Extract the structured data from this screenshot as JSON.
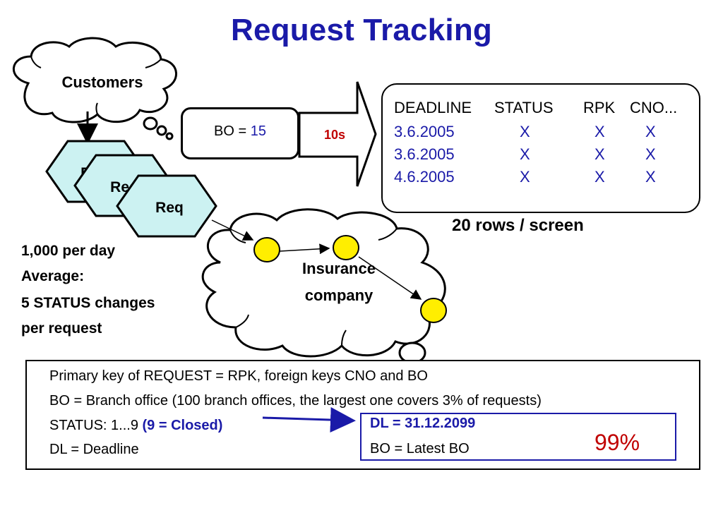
{
  "title": "Request Tracking",
  "cloud_customers": "Customers",
  "req_labels": [
    "Req",
    "Req",
    "Req"
  ],
  "bo_box": {
    "label": "BO = ",
    "value": "15"
  },
  "arrow_label": "10s",
  "table": {
    "headers": [
      "DEADLINE",
      "STATUS",
      "RPK",
      "CNO..."
    ],
    "rows": [
      [
        "3.6.2005",
        "X",
        "X",
        "X"
      ],
      [
        "3.6.2005",
        "X",
        "X",
        "X"
      ],
      [
        "4.6.2005",
        "X",
        "X",
        "X"
      ]
    ]
  },
  "rows_note": "20 rows / screen",
  "insurance_cloud": {
    "line1": "Insurance",
    "line2": "company"
  },
  "stats": [
    "1,000 per day",
    "Average:",
    "5 STATUS changes",
    "per request"
  ],
  "definitions": {
    "line1": "Primary key of REQUEST = RPK, foreign keys CNO and BO",
    "line2": "BO = Branch office (100 branch offices, the largest one covers 3% of requests)",
    "line3_prefix": "STATUS: 1...9 ",
    "line3_blue": "(9 = Closed)",
    "line4": "DL = Deadline"
  },
  "inner_box": {
    "line1": "DL = 31.12.2099",
    "line2": "BO = Latest BO",
    "percent": "99%"
  },
  "colors": {
    "title": "#1a1aa8",
    "hexagon_fill": "#ccf2f2",
    "node_fill": "#ffee00",
    "arrow_label": "#c00000",
    "percent": "#c00000"
  }
}
